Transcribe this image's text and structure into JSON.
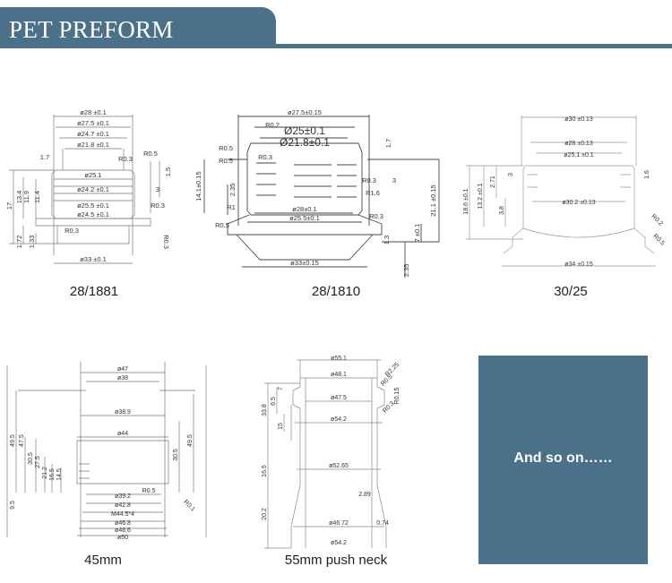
{
  "header": {
    "title": "PET PREFORM"
  },
  "drawings": [
    {
      "caption": "28/1881",
      "labels": {
        "d28": "ø28 ±0.1",
        "d27_5": "ø27.5 ±0.1",
        "d24_7": "ø24.7 ±0.1",
        "d21_8": "ø21.8 ±0.1",
        "d25_1": "ø25.1",
        "d24_2": "ø24.2 ±0.1",
        "d25_5": "ø25.5 ±0.1",
        "d24_5": "ø24.5 ±0.1",
        "d33": "ø33 ±0.1",
        "h17": "17",
        "h13_4": "13.4",
        "h11_9": "11.9",
        "h11_4": "11.4",
        "h1_72": "1.72",
        "h1_33": "1.33",
        "r0_3a": "R0.3",
        "r0_5": "R0.5",
        "r0_3b": "R0.3",
        "r0_3c": "R0.3",
        "r0_3d": "R0.3",
        "v1_7": "1.7",
        "v1_5": "1.5",
        "v3": "3"
      }
    },
    {
      "caption": "28/1810",
      "labels": {
        "d27_5": "ø27.5±0.15",
        "d25": "Ø25±0.1",
        "d21_8": "Ø21.8±0.1",
        "d28": "ø28±0.1",
        "d25_5": "ø25.5±0.1",
        "d33": "ø33±0.15",
        "h14_1": "14.1±0.15",
        "h2_35a": "2.35",
        "h21_1": "21.1 ±0.15",
        "h7": "7 ±0.1",
        "h1_3": "1.3",
        "h2_35b": "2.35",
        "v1_7": "1.7",
        "v3": "3",
        "r0_5a": "R0.5",
        "r0_5b": "R0.5",
        "r0_3a": "R0.3",
        "r0_3b": "R0.3",
        "r0_3c": "R0.3",
        "r1_6": "R1.6",
        "r1": "R1",
        "r0_5c": "R0.5",
        "r0_2": "R0.2"
      }
    },
    {
      "caption": "30/25",
      "labels": {
        "d30": "ø30 ±0.13",
        "d28": "ø28 ±0.13",
        "d25_1": "ø25.1 ±0.1",
        "d30_2": "ø30.2 ±0.13",
        "d34": "ø34 ±0.15",
        "h18_6": "18.6 ±0.1",
        "h13_2": "13.2 ±0.1",
        "h2_71": "2.71",
        "h3_8": "3.8",
        "h3": "3",
        "r0_2": "R0.2",
        "r0_5": "R0.5",
        "v1_6": "1.6"
      }
    },
    {
      "caption": "45mm",
      "labels": {
        "d47": "ø47",
        "d38": "ø38",
        "d38_9": "ø38.9",
        "d44": "ø44",
        "d39_2": "ø39.2",
        "d42_8": "ø42.8",
        "m44": "M44.5*4",
        "d46_8": "ø46.8",
        "d48_6": "ø48.6",
        "d50": "ø50",
        "h49_5l": "49.5",
        "h47_5": "47.5",
        "h30_5l": "30.5",
        "h27_5": "27.5",
        "h21_2": "21.2",
        "h16_5": "16.5",
        "h14_5": "14.5",
        "h9_5": "9.5",
        "h49_5r": "49.5",
        "h30_5r": "30.5",
        "r0_5": "R0.5",
        "r0_1": "R0.1"
      }
    },
    {
      "caption": "55mm push neck",
      "labels": {
        "d55_1": "ø55.1",
        "d48_1": "ø48.1",
        "d47_5": "ø47.5",
        "d54_2a": "ø54.2",
        "d52_65": "ø52.65",
        "d46_72": "ø46.72",
        "d54_2b": "ø54.2",
        "h33_8": "33.8",
        "h6_5": "6.5",
        "h7": "7",
        "h15": "15",
        "h16_5": "16.5",
        "h20_2": "20.2",
        "r2_25": "R2.25",
        "r0_5": "R0.5",
        "r0_15": "R0.15",
        "r0_3": "R0.3",
        "r2_89": "2.89",
        "r0_74": "0.74"
      }
    }
  ],
  "more": {
    "label": "And so on……"
  }
}
